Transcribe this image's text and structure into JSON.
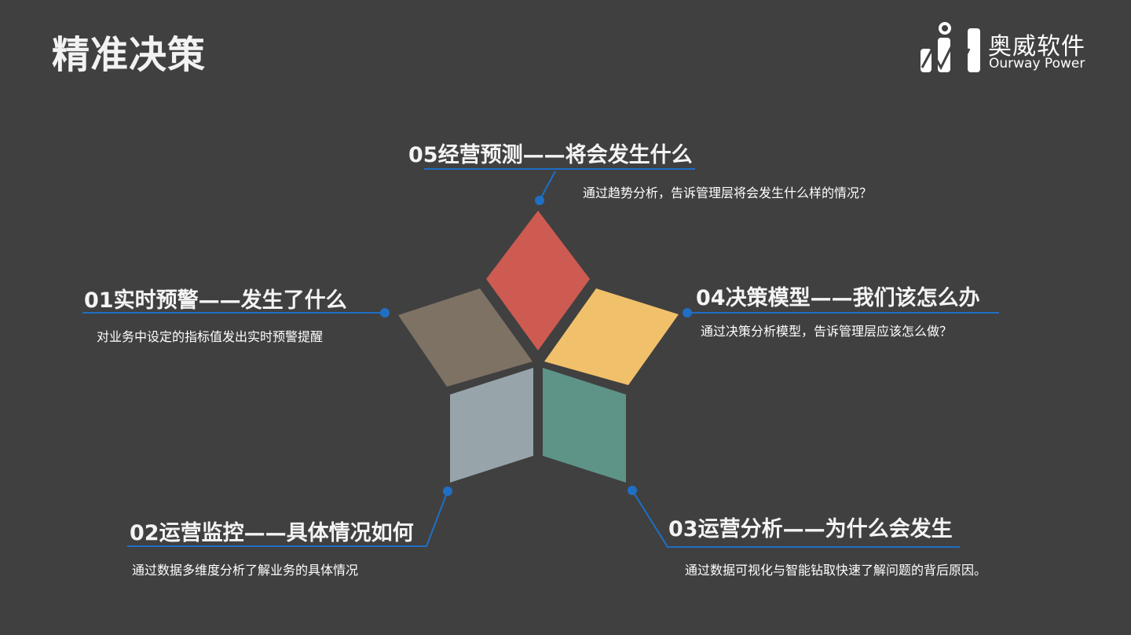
{
  "page_title": "精准决策",
  "logo": {
    "name_cn": "奥威软件",
    "name_en": "Ourway Power"
  },
  "colors": {
    "background": "#404040",
    "line": "#1f6fc4",
    "red": "#cd5b51",
    "yellow": "#f1c06a",
    "brown": "#7e7264",
    "slate": "#97a5ab",
    "teal": "#5e9488"
  },
  "items": [
    {
      "title": "01实时预警——发生了什么",
      "desc": "对业务中设定的指标值发出实时预警提醒"
    },
    {
      "title": "02运营监控——具体情况如何",
      "desc": "通过数据多维度分析了解业务的具体情况"
    },
    {
      "title": "03运营分析——为什么会发生",
      "desc": "通过数据可视化与智能钻取快速了解问题的背后原因。"
    },
    {
      "title": "04决策模型——我们该怎么办",
      "desc": "通过决策分析模型，告诉管理层应该怎么做？"
    },
    {
      "title": "05经营预测——将会发生什么",
      "desc": "通过趋势分析，告诉管理层将会发生什么样的情况？"
    }
  ]
}
